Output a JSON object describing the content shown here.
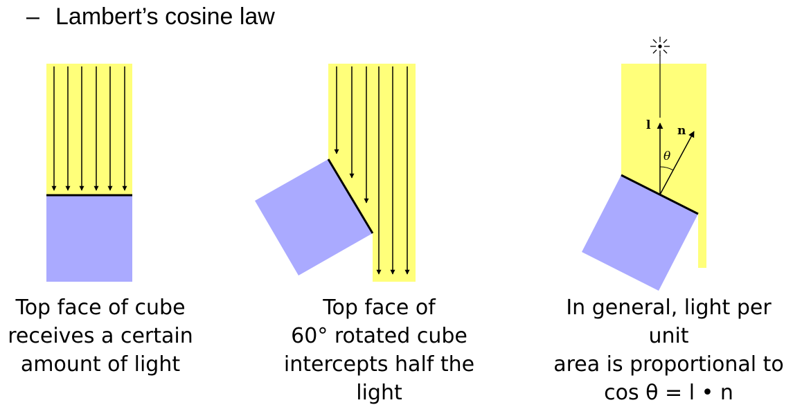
{
  "bullet": {
    "dash": "–",
    "text": "Lambert’s cosine law"
  },
  "panels": [
    {
      "caption_lines": [
        "Top face of cube",
        "receives a certain",
        "amount of light"
      ]
    },
    {
      "caption_lines": [
        "Top face of",
        "60° rotated cube",
        "intercepts half the light"
      ]
    },
    {
      "caption_lines": [
        "In general, light per unit",
        "area is proportional to",
        "cos θ = l • n"
      ],
      "vector_labels": {
        "light": "l",
        "normal": "n",
        "angle": "θ"
      }
    }
  ],
  "colors": {
    "light": "#ffff7a",
    "cube": "#aaaaff",
    "line": "#000000"
  },
  "icons": {
    "light_source": "star-burst-icon"
  }
}
